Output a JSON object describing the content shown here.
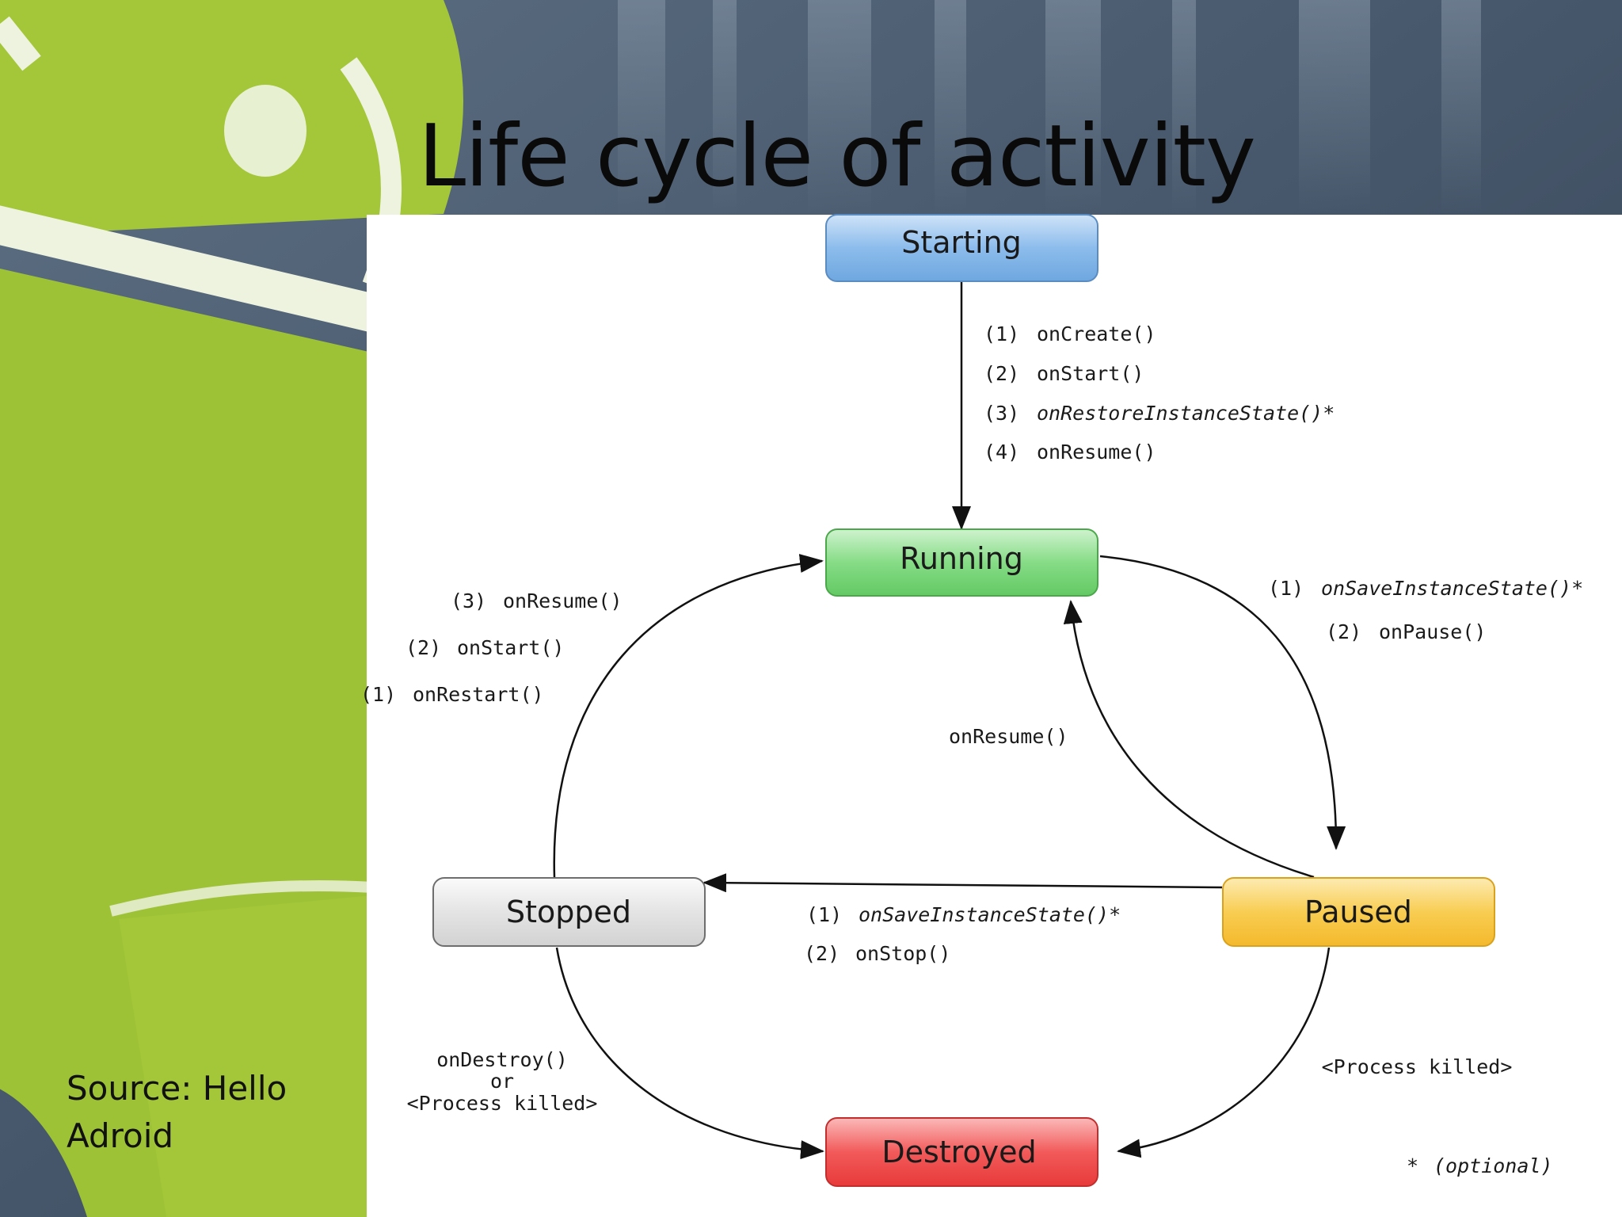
{
  "slide": {
    "title": "Life cycle of activity",
    "source_note": "Source: Hello Adroid"
  },
  "colors": {
    "android_green": "#a4c639",
    "background_slate": "#4a5a6d",
    "starting_fill": "#7fb3e6",
    "running_fill": "#7bd67b",
    "paused_fill": "#f7c847",
    "stopped_fill": "#e2e2e2",
    "destroyed_fill": "#f04e4e"
  },
  "states": {
    "starting": "Starting",
    "running": "Running",
    "paused": "Paused",
    "stopped": "Stopped",
    "destroyed": "Destroyed"
  },
  "transitions": {
    "start_to_running": {
      "line1_num": "(1)",
      "line1_text": "onCreate()",
      "line2_num": "(2)",
      "line2_text": "onStart()",
      "line3_num": "(3)",
      "line3_text": "onRestoreInstanceState()*",
      "line4_num": "(4)",
      "line4_text": "onResume()"
    },
    "running_to_paused": {
      "line1_num": "(1)",
      "line1_text": "onSaveInstanceState()*",
      "line2_num": "(2)",
      "line2_text": "onPause()"
    },
    "paused_to_running": {
      "line1_text": "onResume()"
    },
    "paused_to_stopped": {
      "line1_num": "(1)",
      "line1_text": "onSaveInstanceState()*",
      "line2_num": "(2)",
      "line2_text": "onStop()"
    },
    "stopped_to_running": {
      "line1_num": "(3)",
      "line1_text": "onResume()",
      "line2_num": "(2)",
      "line2_text": "onStart()",
      "line3_num": "(1)",
      "line3_text": "onRestart()"
    },
    "stopped_to_destroyed": {
      "line1_text": "onDestroy()",
      "line2_text": "or",
      "line3_text": "<Process killed>"
    },
    "paused_to_destroyed": {
      "line1_text": "<Process killed>"
    }
  },
  "legend": {
    "optional_marker": "*",
    "optional_text": "(optional)"
  }
}
